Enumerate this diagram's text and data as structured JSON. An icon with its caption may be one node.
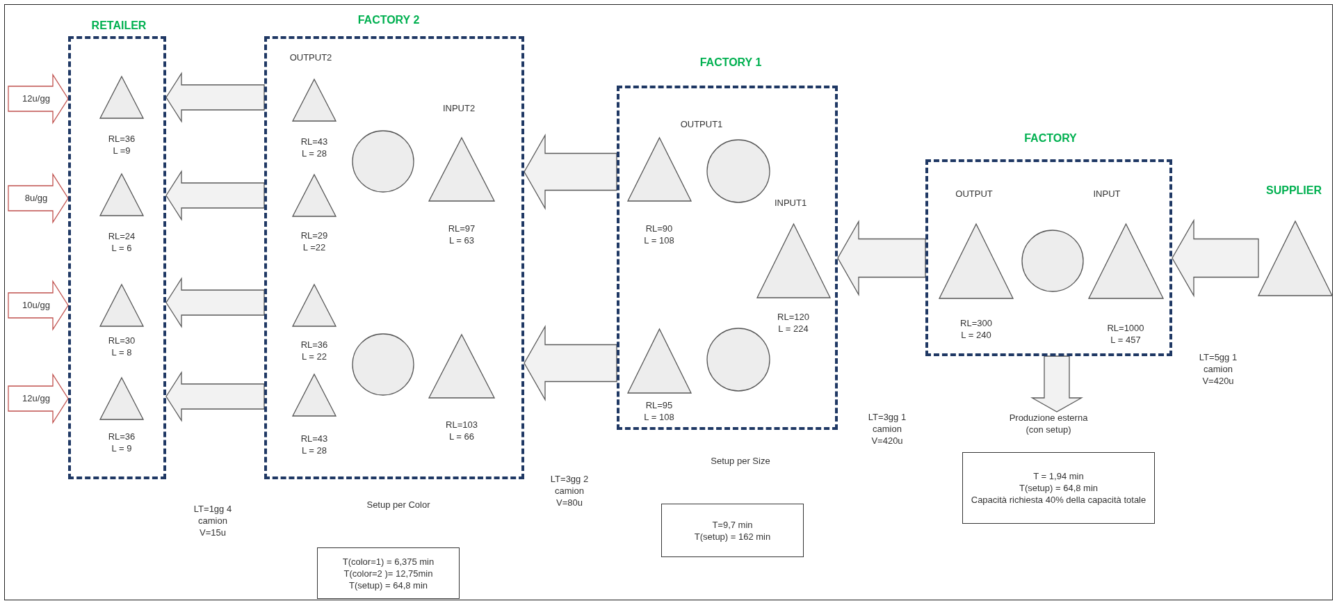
{
  "diagram": {
    "nodes": [
      {
        "text": [
          "RETAILER"
        ]
      },
      {
        "text": [
          "RL=36 L =9"
        ],
        "in": 0
      },
      {
        "text": [
          "RL=24 L = 6"
        ],
        "in": 0
      },
      {
        "text": [
          "RL=30 L = 8"
        ],
        "in": 0
      },
      {
        "text": [
          "RL=36 L = 9"
        ],
        "in": 0
      },
      {
        "text": [
          "FACTORY 2"
        ]
      },
      {
        "text": [
          "RL=43 L = 28"
        ],
        "in": 5
      },
      {
        "text": [
          "RL=29 L =22"
        ],
        "in": 5
      },
      {
        "text": [],
        "shape": "circle",
        "in": 5
      },
      {
        "text": [
          "RL=97 L = 63"
        ],
        "in": 5
      },
      {
        "text": [
          "RL=36 L = 22"
        ],
        "in": 5
      },
      {
        "text": [
          "RL=43 L = 28"
        ],
        "in": 5
      },
      {
        "text": [],
        "shape": "circle",
        "in": 5
      },
      {
        "text": [
          "RL=103 L = 66"
        ],
        "in": 5
      },
      {
        "text": [
          "FACTORY 1"
        ]
      },
      {
        "text": [
          "RL=90 L = 108"
        ],
        "in": 14
      },
      {
        "text": [],
        "shape": "circle",
        "in": 14
      },
      {
        "text": [
          "RL=120 L = 224"
        ],
        "in": 14
      },
      {
        "text": [
          "RL=95 L = 108"
        ],
        "in": 14
      },
      {
        "text": [],
        "shape": "circle",
        "in": 14
      },
      {
        "text": [
          "FACTORY"
        ]
      },
      {
        "text": [
          "RL=300 L = 240"
        ],
        "in": 20
      },
      {
        "text": [],
        "shape": "circle",
        "in": 20
      },
      {
        "text": [
          "RL=1000 L = 457"
        ],
        "in": 20
      },
      {
        "text": [
          "SUPPLIER"
        ]
      },
      {
        "text": [
          "Produzione esterna (con setup)"
        ]
      },
      {
        "text": [
          "T(color=1) = 6,375 min",
          "T(color=2 )= 12,75min",
          "T(setup) = 64,8 min"
        ]
      },
      {
        "text": [
          "T=9,7 min",
          "T(setup) = 162 min"
        ]
      },
      {
        "text": [
          "T = 1,94 min",
          "T(setup) = 64,8 min",
          "Capacità richiesta 40% della capacità totale"
        ]
      }
    ],
    "edges": [
      {
        "from": null,
        "to": 0,
        "arrow": "to",
        "label": "12u/gg",
        "color": "#c0504d"
      },
      {
        "from": null,
        "to": 0,
        "arrow": "to",
        "label": "8u/gg",
        "color": "#c0504d"
      },
      {
        "from": null,
        "to": 0,
        "arrow": "to",
        "label": "10u/gg",
        "color": "#c0504d"
      },
      {
        "from": null,
        "to": 0,
        "arrow": "to",
        "label": "12u/gg",
        "color": "#c0504d"
      },
      {
        "from": 5,
        "to": 0,
        "arrow": "to"
      },
      {
        "from": 5,
        "to": 0,
        "arrow": "to"
      },
      {
        "from": 5,
        "to": 0,
        "arrow": "to"
      },
      {
        "from": 5,
        "to": 0,
        "arrow": "to"
      },
      {
        "from": 14,
        "to": 5,
        "arrow": "to"
      },
      {
        "from": 14,
        "to": 5,
        "arrow": "to"
      },
      {
        "from": 20,
        "to": 14,
        "arrow": "to"
      },
      {
        "from": 24,
        "to": 20,
        "arrow": "to"
      },
      {
        "from": 20,
        "to": 25,
        "arrow": "to"
      }
    ],
    "labels": [
      "OUTPUT2",
      "INPUT2",
      "OUTPUT1",
      "INPUT1",
      "OUTPUT",
      "INPUT",
      "LT=1gg 4 camion V=15u",
      "Setup per Color",
      "LT=3gg 2 camion V=80u",
      "Setup per Size",
      "LT=3gg 1 camion V=420u",
      "LT=5gg 1 camion V=420u"
    ]
  }
}
